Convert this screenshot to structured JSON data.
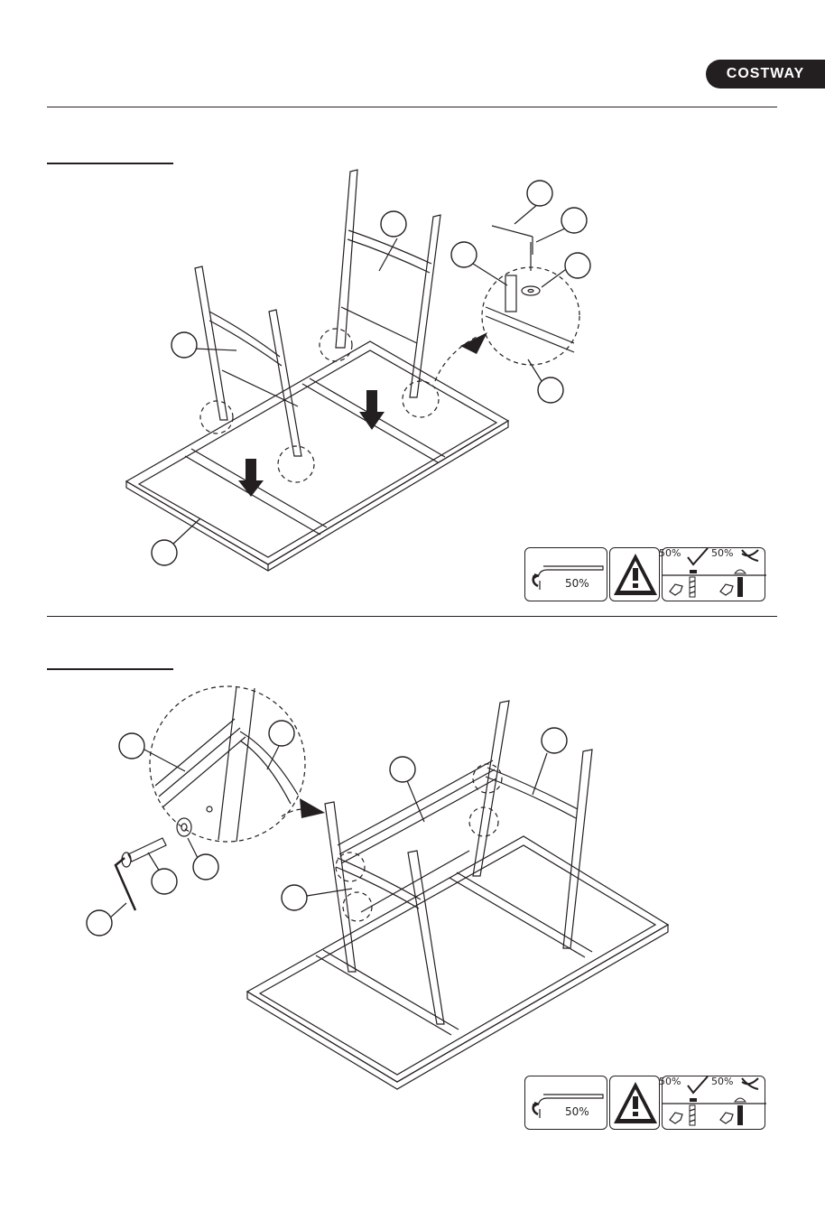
{
  "brand": {
    "name": "COSTWAY"
  },
  "warning_panels": [
    {
      "torque_label": "50%",
      "ok_label": "50%",
      "bad_label": "50%"
    },
    {
      "torque_label": "50%",
      "ok_label": "50%",
      "bad_label": "50%"
    }
  ],
  "icons": [
    "allen-key-rotate-icon",
    "warning-triangle-icon",
    "check-icon",
    "cross-icon",
    "hand-icon",
    "bolt-icon"
  ]
}
